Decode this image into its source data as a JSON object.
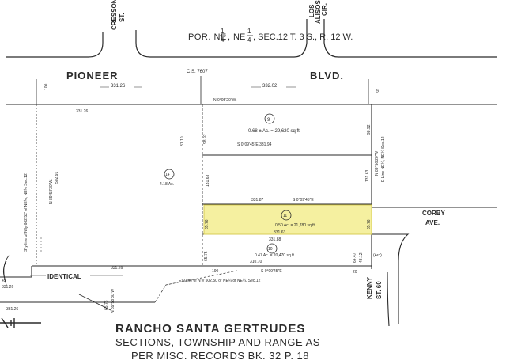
{
  "map": {
    "header": {
      "por_prefix": "POR. NE",
      "frac_num": "1",
      "frac_den": "4",
      "comma": ",",
      "sec_suffix": ", SEC.12  T. 3 S., R. 12 W."
    },
    "streets": {
      "cresson_line1": "CRESSON",
      "cresson_line2": "ST.",
      "los_alisos_line1": "LOS",
      "los_alisos_line2": "ALISOS",
      "los_alisos_line3": "CIR.",
      "pioneer": "PIONEER",
      "blvd": "BLVD.",
      "corby_line1": "CORBY",
      "corby_line2": "AVE.",
      "identical": "IDENTICAL",
      "kenny": "KENNY",
      "kenny_st": "ST. 60"
    },
    "survey": {
      "cs_number": "C.S. 7607",
      "top_left_dim": "331.26",
      "top_right_dim": "332.02",
      "dim_100": "100",
      "dim_50": "50",
      "north_line_left": "331.26",
      "bearing_north": "N 0°05'20\"W.",
      "tiny_tick": "31.10",
      "left_bearing": "N 89°58'30\"W.",
      "left_dim": "502.91",
      "parcel_9_num": "9",
      "parcel_9_area": "0.68 ± Ac. = 29,620 sq.ft.",
      "bearing_mid": "S 0°09'45\"E  331.94",
      "parcel_14_num": "14",
      "parcel_14_area": "4.18 Ac.",
      "parcel_11_num": "11",
      "parcel_11_area": "0.50 Ac. = 21,780 sq.ft.",
      "parcel_11_bottom": "331.63",
      "parcel_11_top_dim": "331.87",
      "parcel_11_top_bearing": "S 0°09'45\"E",
      "dim_65_76a": "65.76",
      "dim_65_76b": "65.76",
      "dim_98_92": "98.92",
      "dim_131_63": "131.63",
      "dim_65_75": "65.75",
      "east_bearing": "N 89°56'20\"W",
      "east_note": "E Line NE¼, NE¼ Sec.12",
      "parcel_10_num": "10",
      "parcel_10_area": "0.47 Ac. = 20,470 sq.ft.",
      "parcel_10_top": "331.88",
      "parcel_10_bottom_dim": "310.70",
      "parcel_10_bottom_bearing": "S 0°09'45\"E",
      "dim_190": "190",
      "dim_331_26_bottom": "331.26",
      "dim_64_47": "64.47",
      "dim_20": "20",
      "dim_48_12": "48.12",
      "arc_note": "(Arc)",
      "w_line_note": "E'ly line of N'ly 502.50 of NE¼ of NE¼, Sec.12",
      "s_line_note": "S'ly line of N'ly 662.52' of NE¼, NE¼ Sec.12",
      "east_mid_dim": "131.63",
      "left_45": "45",
      "left_331_26": "331.26",
      "lower_left_331_26": "331.26",
      "lower_left_dim_a": "65.76",
      "lower_left_dim_b": "N 89°58'30\"W"
    },
    "footer": {
      "line1": "RANCHO SANTA GERTRUDES",
      "line2": "SECTIONS, TOWNSHIP AND RANGE AS",
      "line3": "PER MISC. RECORDS BK. 32 P. 18"
    },
    "colors": {
      "ink": "#2a2a2a",
      "highlight_fill": "#f5f0a0",
      "highlight_stroke": "#d8cc55"
    },
    "icons": {
      "north_arrow": "north-arrow-icon"
    }
  }
}
